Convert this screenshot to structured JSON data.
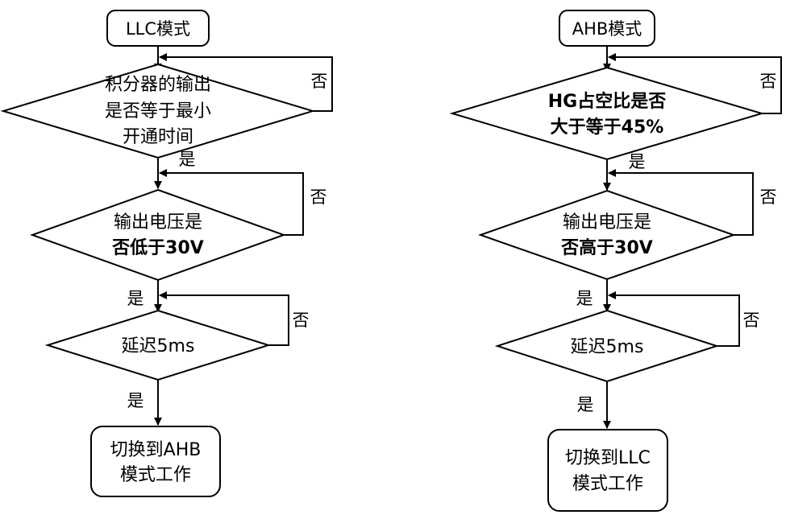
{
  "left": {
    "start": "LLC模式",
    "d1": [
      "积分器的输出",
      "是否等于最小",
      "开通时间"
    ],
    "d2": [
      "输出电压是",
      "否低于30V"
    ],
    "d3": "延迟5ms",
    "end": [
      "切换到AHB",
      "模式工作"
    ]
  },
  "right": {
    "start": "AHB模式",
    "d1": [
      "HG占空比是否",
      "大于等于45%"
    ],
    "d2": [
      "输出电压是",
      "否高于30V"
    ],
    "d3": "延迟5ms",
    "end": [
      "切换到LLC",
      "模式工作"
    ]
  },
  "labels": {
    "yes": "是",
    "no": "否"
  }
}
